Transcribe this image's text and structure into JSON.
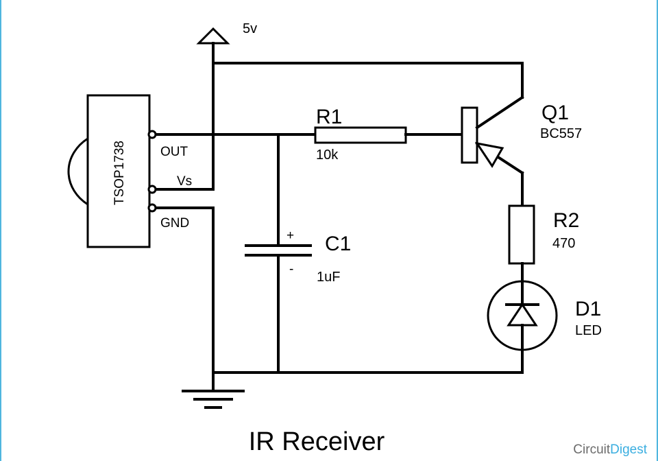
{
  "title": "IR Receiver",
  "brand": {
    "part1": "Circuit",
    "part2": "Digest"
  },
  "colors": {
    "wire": "#000000",
    "border": "#4fb6df",
    "brand_blue": "#3aaee0",
    "brand_gray": "#6b6b6b"
  },
  "supply": {
    "label": "5v"
  },
  "sensor": {
    "part": "TSOP1738",
    "pins": {
      "out": "OUT",
      "vs": "Vs",
      "gnd": "GND"
    }
  },
  "r1": {
    "name": "R1",
    "value": "10k"
  },
  "q1": {
    "name": "Q1",
    "value": "BC557"
  },
  "r2": {
    "name": "R2",
    "value": "470"
  },
  "c1": {
    "name": "C1",
    "value": "1uF",
    "plus": "+",
    "minus": "-"
  },
  "d1": {
    "name": "D1",
    "value": "LED"
  }
}
